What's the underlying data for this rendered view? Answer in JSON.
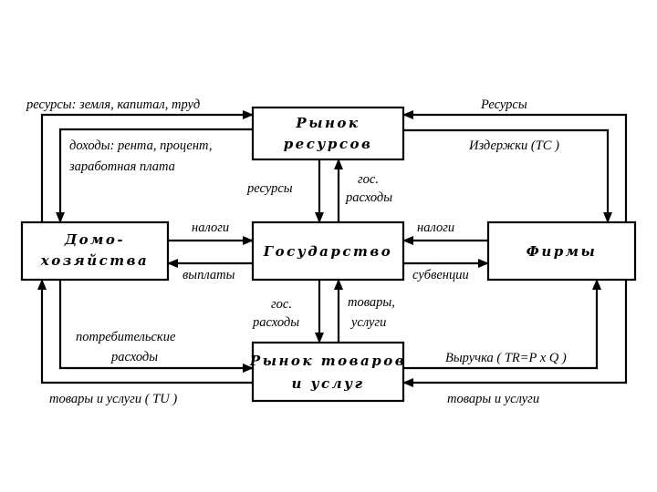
{
  "nodes": {
    "resource_market": [
      "Рынок",
      "ресурсов"
    ],
    "households": [
      "Домо-",
      "хозяйства"
    ],
    "state": [
      "Государство"
    ],
    "firms": [
      "Фирмы"
    ],
    "goods_market": [
      "Рынок товаров",
      "и услуг"
    ]
  },
  "labels": {
    "resources_land_capital_labor": "ресурсы: земля, капитал, труд",
    "income_rent_interest": "доходы: рента, процент,",
    "income_wages": "заработная плата",
    "resources_right": "Ресурсы",
    "costs_tc": "Издержки (TC )",
    "resources_to_state": "ресурсы",
    "gov_spending_top_1": "гос.",
    "gov_spending_top_2": "расходы",
    "taxes_left": "налоги",
    "payments_left": "выплаты",
    "taxes_right": "налоги",
    "subsidies_right": "субвенции",
    "gov_spending_bottom_1": "гос.",
    "gov_spending_bottom_2": "расходы",
    "goods_services_state_1": "товары,",
    "goods_services_state_2": "услуги",
    "consumer_spending_1": "потребительские",
    "consumer_spending_2": "расходы",
    "goods_services_tu": "товары и услуги  ( TU )",
    "revenue_tr": "Выручка ( TR=P x Q )",
    "goods_services_right": "товары и услуги"
  }
}
